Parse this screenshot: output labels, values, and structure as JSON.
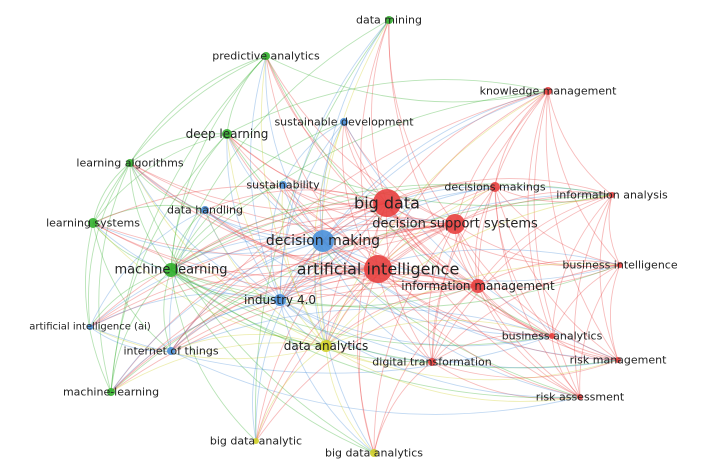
{
  "clusters": {
    "red": "#e8403f",
    "green": "#33b02e",
    "blue": "#4a90d9",
    "yellow": "#cfcf27"
  },
  "nodes": [
    {
      "label": "data mining",
      "cluster": "green"
    },
    {
      "label": "predictive analytics",
      "cluster": "green"
    },
    {
      "label": "knowledge management",
      "cluster": "red"
    },
    {
      "label": "sustainable development",
      "cluster": "blue"
    },
    {
      "label": "deep learning",
      "cluster": "green"
    },
    {
      "label": "learning algorithms",
      "cluster": "green"
    },
    {
      "label": "sustainability",
      "cluster": "blue"
    },
    {
      "label": "decisions makings",
      "cluster": "red"
    },
    {
      "label": "information analysis",
      "cluster": "red"
    },
    {
      "label": "big data",
      "cluster": "red"
    },
    {
      "label": "data handling",
      "cluster": "blue"
    },
    {
      "label": "learning systems",
      "cluster": "green"
    },
    {
      "label": "decision support systems",
      "cluster": "red"
    },
    {
      "label": "decision making",
      "cluster": "blue"
    },
    {
      "label": "machine learning",
      "cluster": "green"
    },
    {
      "label": "artificial intelligence",
      "cluster": "red"
    },
    {
      "label": "business intelligence",
      "cluster": "red"
    },
    {
      "label": "information management",
      "cluster": "red"
    },
    {
      "label": "industry 4.0",
      "cluster": "blue"
    },
    {
      "label": "artificial intelligence (ai)",
      "cluster": "blue"
    },
    {
      "label": "business analytics",
      "cluster": "red"
    },
    {
      "label": "data analytics",
      "cluster": "yellow"
    },
    {
      "label": "internet of things",
      "cluster": "blue"
    },
    {
      "label": "digital transformation",
      "cluster": "red"
    },
    {
      "label": "risk management",
      "cluster": "red"
    },
    {
      "label": "machine-learning",
      "cluster": "green"
    },
    {
      "label": "risk assessment",
      "cluster": "red"
    },
    {
      "label": "big data analytic",
      "cluster": "yellow"
    },
    {
      "label": "big data analytics",
      "cluster": "yellow"
    }
  ]
}
